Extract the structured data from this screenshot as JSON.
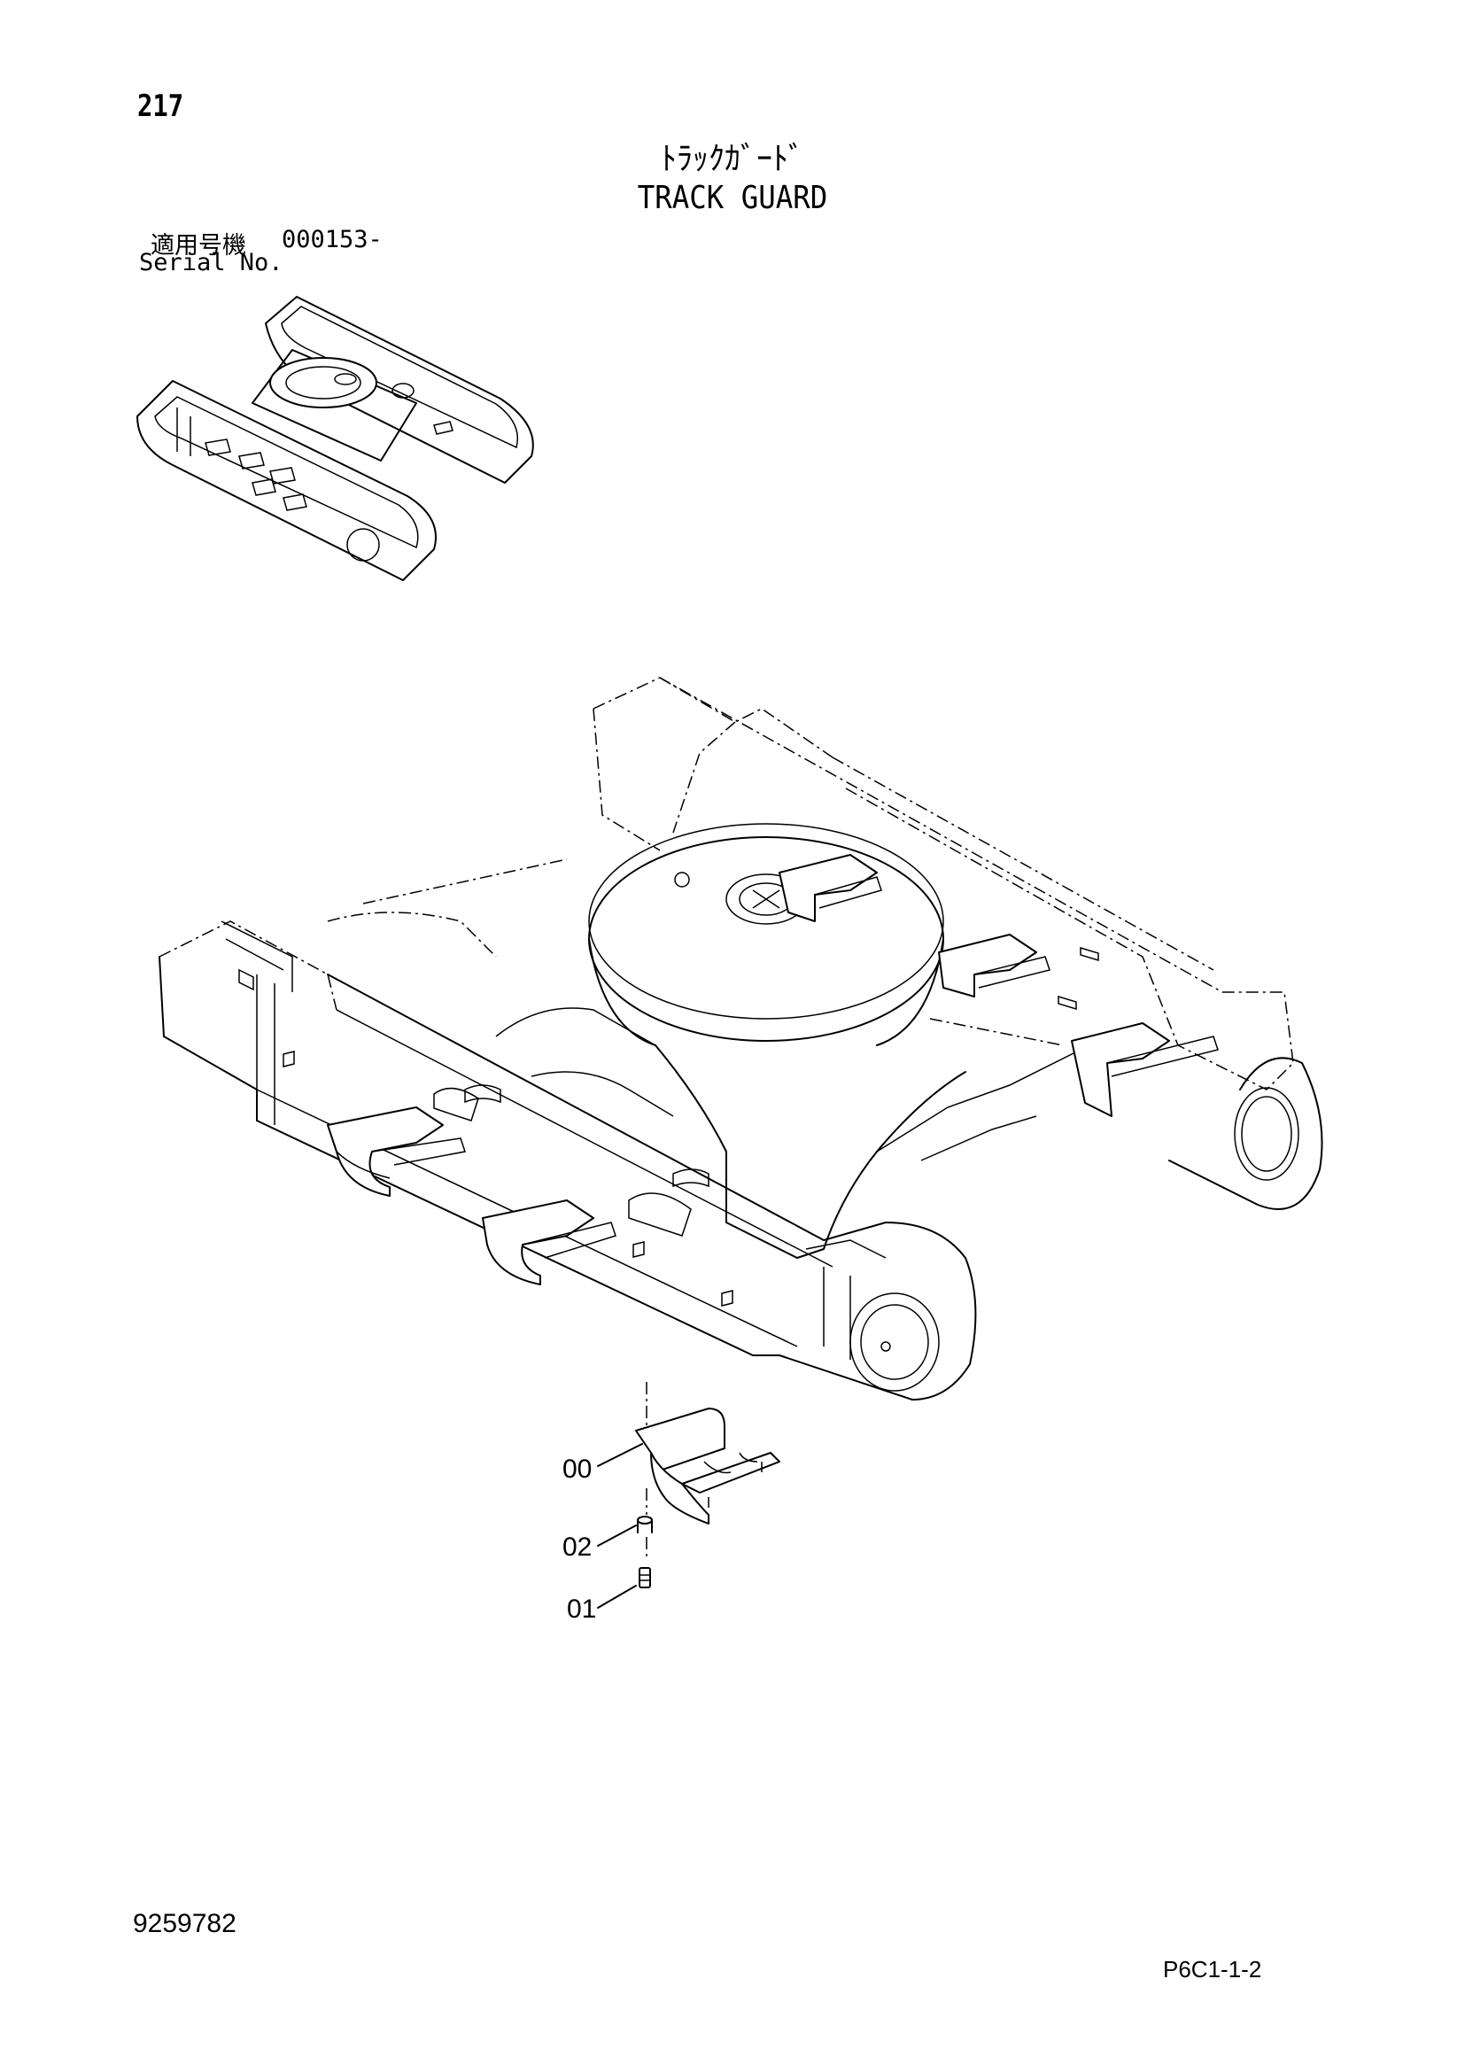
{
  "header": {
    "page_number": "217",
    "title_jp": "ﾄﾗｯｸｶﾞｰﾄﾞ",
    "title_en": "TRACK GUARD",
    "serial_label_jp": "適用号機",
    "serial_value": "000153-",
    "serial_label_en": "Serial No."
  },
  "parts": [
    {
      "label": "00"
    },
    {
      "label": "02"
    },
    {
      "label": "01"
    }
  ],
  "footer": {
    "doc_number": "9259782",
    "page_ref": "P6C1-1-2"
  }
}
